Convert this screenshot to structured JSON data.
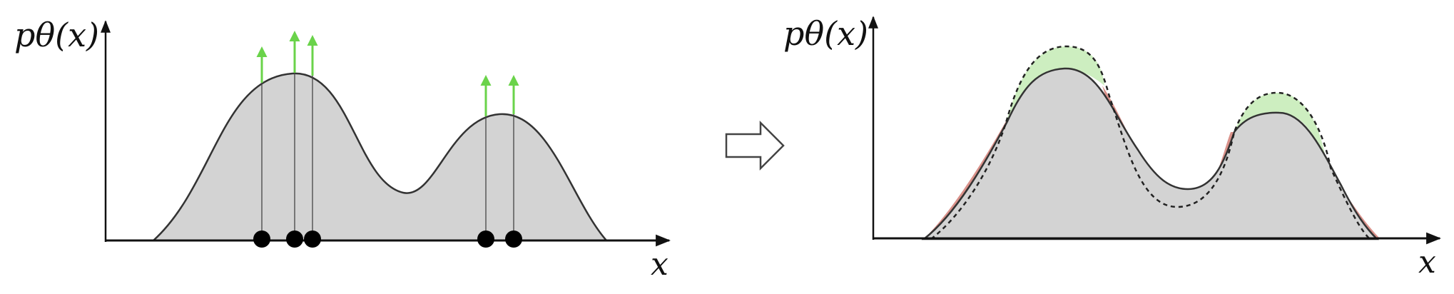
{
  "diagram": {
    "left_panel": {
      "y_axis_label": "pθ(x)",
      "x_axis_label": "x",
      "sample_count": 5
    },
    "arrow": {
      "icon": "hollow-right-arrow-icon"
    },
    "right_panel": {
      "y_axis_label": "pθ(x)",
      "x_axis_label": "x"
    },
    "colors": {
      "density_fill": "#d3d3d3",
      "density_stroke": "#333333",
      "gradient_arrow": "#6ad34a",
      "increase_region": "#cdeec0",
      "decrease_region": "#d9918a",
      "sample_point": "#000000",
      "axis": "#111111"
    }
  }
}
